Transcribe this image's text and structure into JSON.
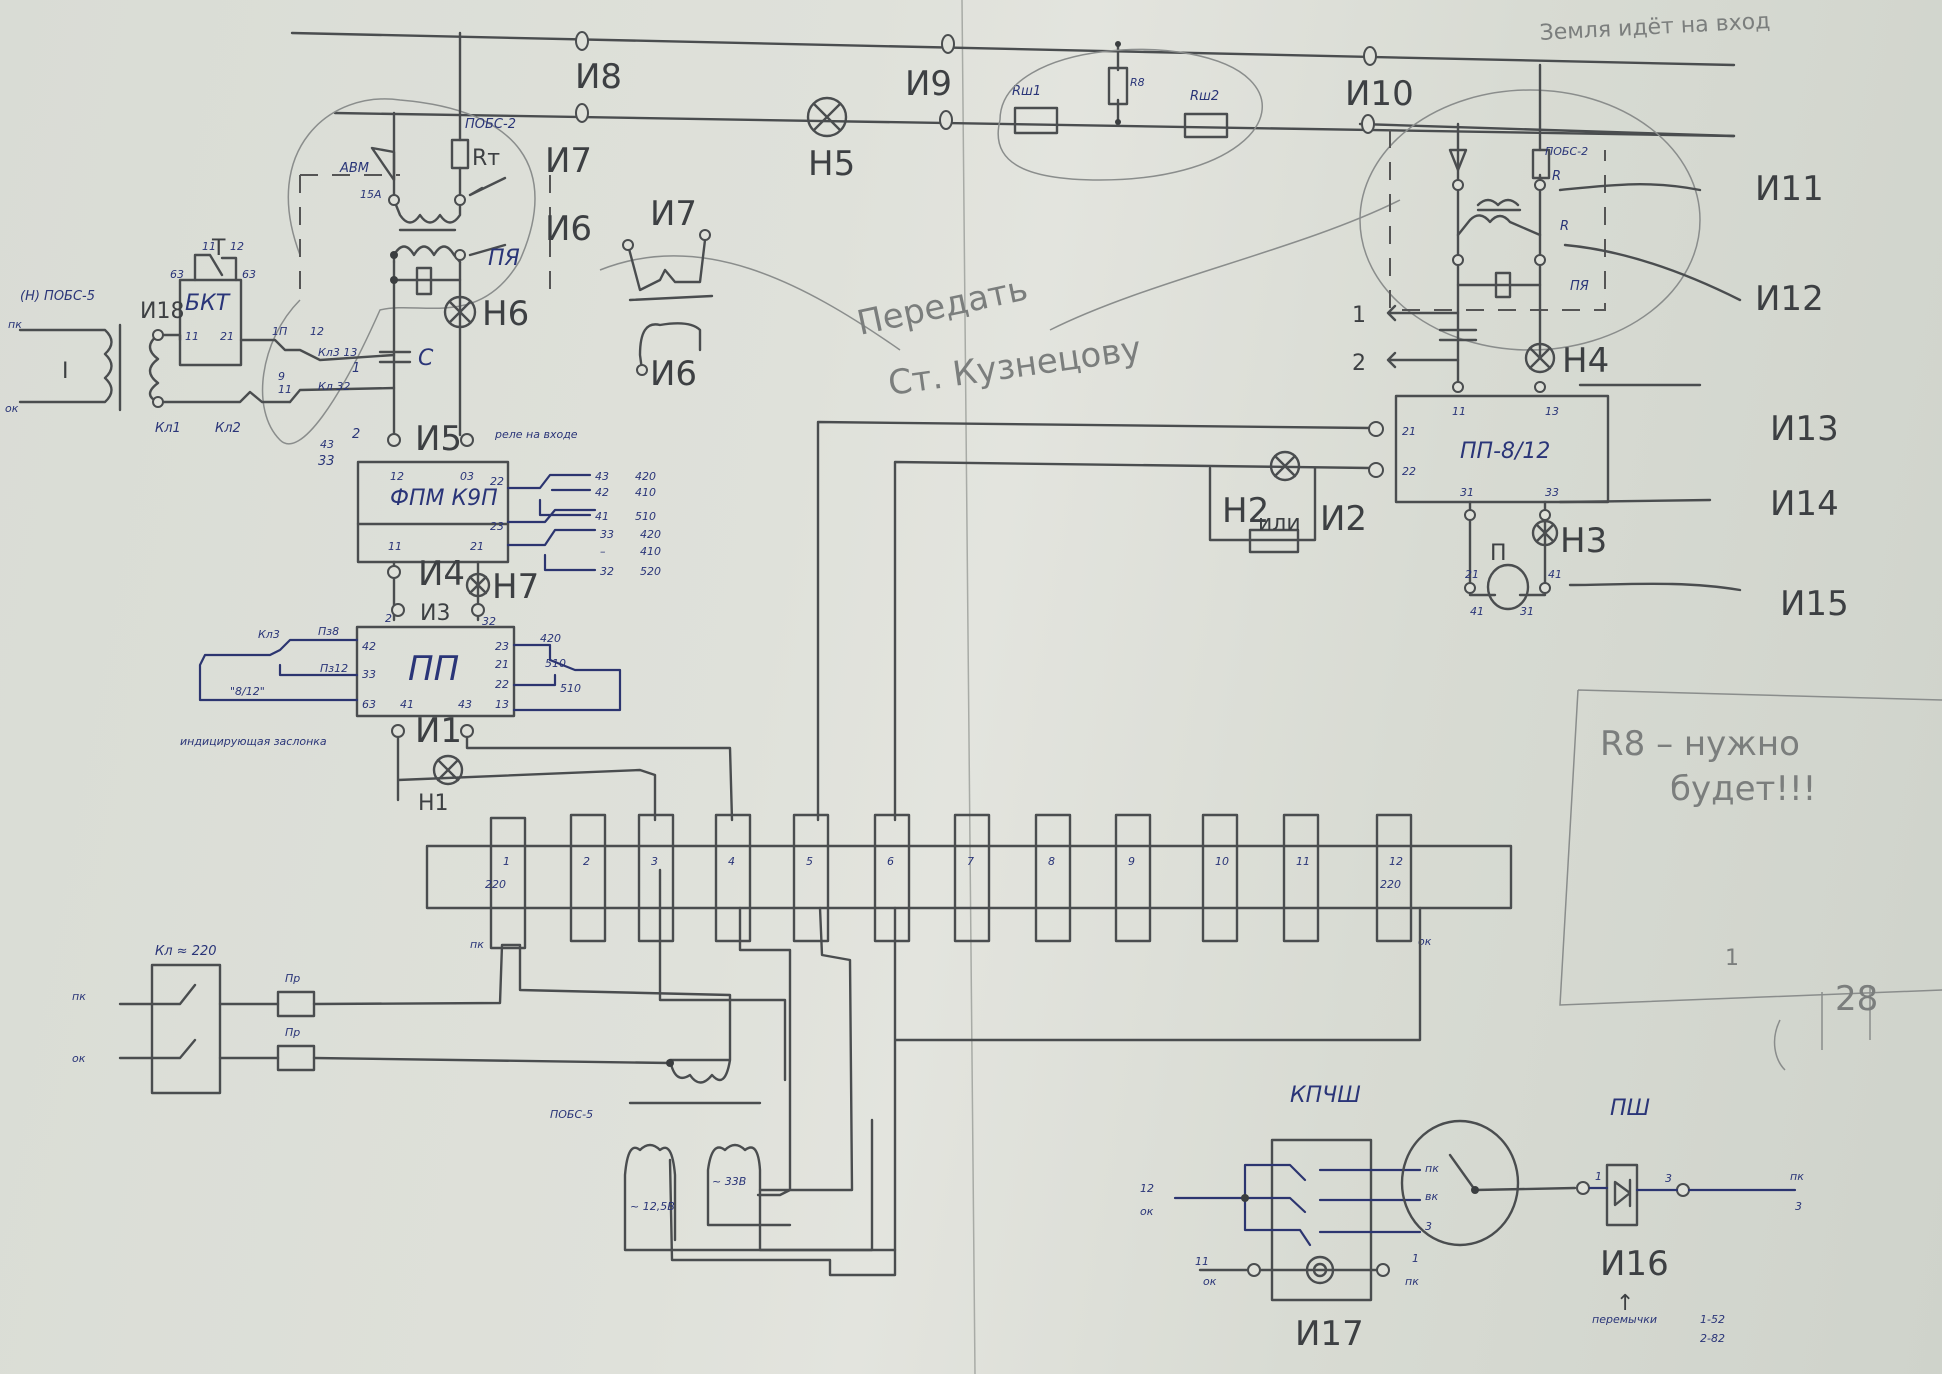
{
  "top": {
    "i8": "И8",
    "i9": "И9",
    "i10": "И10",
    "h5": "H5",
    "rsh1": "Rш1",
    "r8": "R8",
    "rsh2": "Rш2",
    "note": "Земля идёт на вход"
  },
  "left": {
    "pobs2": "ПОБС-2",
    "rt": "Rт",
    "avm": "АВМ",
    "avm_amp": "15А",
    "i7": "И7",
    "i6": "И6",
    "pya": "ПЯ",
    "h6": "H6",
    "c": "C",
    "bkt": "БКТ",
    "t": "Т",
    "t_pin11": "11",
    "t_pin12": "12",
    "bkt_63a": "63",
    "bkt_63b": "63",
    "bkt_11": "11",
    "bkt_21": "21",
    "i18": "И18",
    "pobs5": "(Н) ПОБС-5",
    "tr": "I",
    "pk": "пк",
    "ok": "ок",
    "kl1": "Кл1",
    "kl2": "Кл2",
    "p1": "1П",
    "p12": "12",
    "kl3_13": "Кл3 13",
    "arrow1": "1",
    "p9": "9",
    "p11": "11",
    "kl32": "Кл 32",
    "arrow2": "2",
    "p43": "43",
    "p33": "33"
  },
  "fpm": {
    "title": "ФПМ К9П",
    "relay_note": "реле на входе",
    "i5": "И5",
    "pins": [
      "12",
      "03",
      "22",
      "23",
      "11",
      "21"
    ],
    "outputs": [
      {
        "pin": "43",
        "v": "420"
      },
      {
        "pin": "42",
        "v": "410"
      },
      {
        "pin": "41",
        "v": "510"
      },
      {
        "pin": "33",
        "v": "420"
      },
      {
        "pin": "–",
        "v": "410"
      },
      {
        "pin": "32",
        "v": "520"
      }
    ]
  },
  "pp": {
    "title": "ПП",
    "i4": "И4",
    "h7": "H7",
    "i3": "И3",
    "i1": "И1",
    "h1": "H1",
    "pin_2": "2",
    "pin_32": "32",
    "pins": [
      "42",
      "33",
      "63",
      "41",
      "43",
      "23",
      "21",
      "22",
      "13"
    ],
    "kl3": "Кл3",
    "pz8": "Пз8",
    "pz12": "Пз12",
    "n812": "\"8/12\"",
    "v420": "420",
    "v510a": "510",
    "v510b": "510",
    "note": "индицирующая заслонка"
  },
  "middle": {
    "i7": "И7",
    "i6": "И6",
    "note_line1": "Передать",
    "note_line2": "Ст. Кузнецову"
  },
  "right": {
    "pobs2": "ПОБС-2",
    "r1": "R",
    "r2": "R",
    "pya": "ПЯ",
    "i11": "И11",
    "i12": "И12",
    "i13": "И13",
    "i14": "И14",
    "i15": "И15",
    "out1": "1",
    "out2": "2",
    "h4": "H4",
    "box": "ПП-8/12",
    "pins": [
      "11",
      "13",
      "21",
      "22",
      "31",
      "33"
    ],
    "h2": "H2",
    "ili": "или",
    "i2": "И2",
    "p": "П",
    "h3": "H3",
    "m21": "21",
    "m41": "41",
    "m41b": "41",
    "m31": "31"
  },
  "strip": {
    "cells": [
      "1",
      "2",
      "3",
      "4",
      "5",
      "6",
      "7",
      "8",
      "9",
      "10",
      "11",
      "12"
    ],
    "v1": "220",
    "v12": "220",
    "pk": "пк",
    "ok": "ок"
  },
  "supply": {
    "kl": "Кл ≈ 220",
    "pk": "пк",
    "ok": "ок",
    "pr1": "Пр",
    "pr2": "Пр",
    "pobs5": "ПОБС-5",
    "w1": "~ 12,5В",
    "w2": "~ 33В"
  },
  "kpchsh": {
    "title": "КПЧШ",
    "in12": "12",
    "inok": "ок",
    "in11": "11",
    "inok2": "ок",
    "out1": "1",
    "outpk": "пк",
    "c_pk": "пк",
    "c_vk": "вк",
    "c_3": "3",
    "i17": "И17"
  },
  "psh": {
    "title": "ПШ",
    "p1": "1",
    "p3": "3",
    "pk": "пк",
    "n3": "3",
    "i16": "И16",
    "arrow": "↑",
    "jumpers": "перемычки",
    "j1": "1-52",
    "j2": "2-82"
  },
  "note": {
    "line1": "R8 – нужно",
    "line2": "будет!!!",
    "n1": "1",
    "n28": "28"
  }
}
